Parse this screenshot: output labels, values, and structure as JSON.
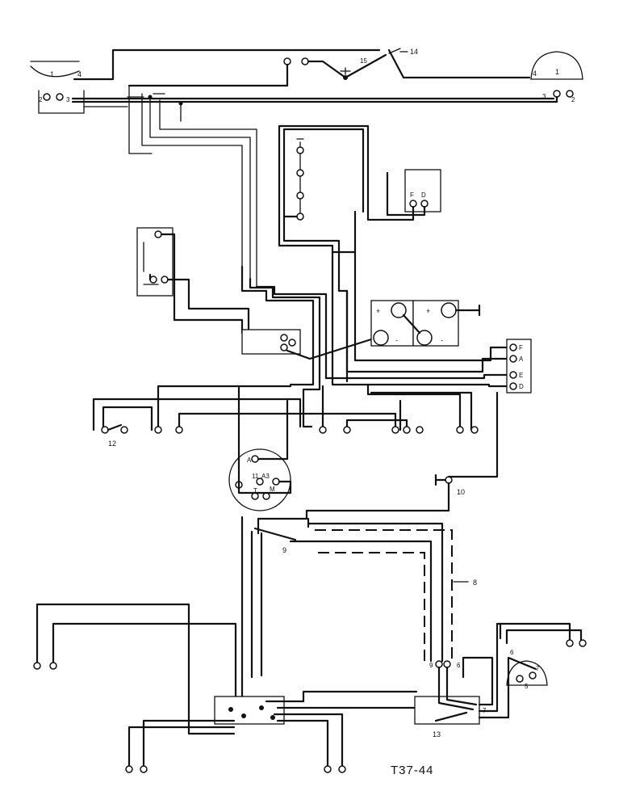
{
  "drawing_code": "T37-44",
  "component_numbers": [
    "1",
    "1",
    "2",
    "2",
    "3",
    "3",
    "4",
    "4",
    "5",
    "6",
    "6",
    "7",
    "7",
    "8",
    "9",
    "9",
    "10",
    "11",
    "12",
    "13",
    "14",
    "15"
  ],
  "generator_terminals": [
    "F",
    "A",
    "E",
    "D"
  ],
  "switch_terminals": [
    "F",
    "D"
  ],
  "battery_signs": [
    "+",
    "+",
    "-",
    "-"
  ],
  "ignition_terminals": [
    "A",
    "A3",
    "M",
    "T"
  ]
}
